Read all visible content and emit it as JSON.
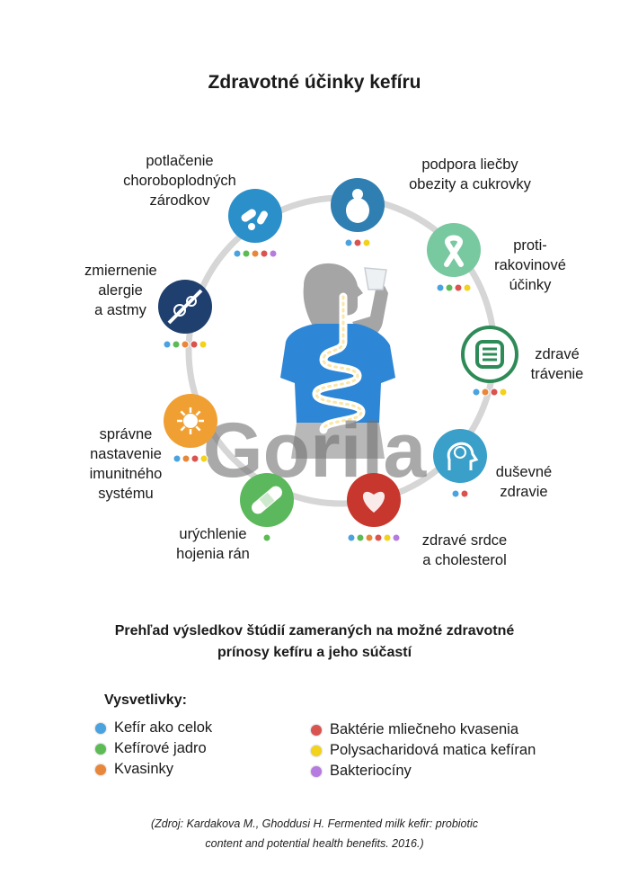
{
  "title": "Zdravotné účinky kefíru",
  "watermark": "Gorila",
  "colors": {
    "blue": "#4aa3df",
    "green": "#5dbb55",
    "orange": "#e8873a",
    "red": "#d9534f",
    "yellow": "#f2d21b",
    "purple": "#b57be0"
  },
  "benefits": [
    {
      "label": "podpora liečby\nobezity a cukrovky",
      "icon": "obesity-icon",
      "color": "#2f7fb2",
      "markers": [
        "blue",
        "red",
        "yellow"
      ]
    },
    {
      "label": "proti-\nrakovinové\núčinky",
      "icon": "ribbon-icon",
      "color": "#78c8a0",
      "markers": [
        "blue",
        "green",
        "red",
        "yellow"
      ]
    },
    {
      "label": "zdravé\ntrávenie",
      "icon": "intestine-icon",
      "color": "#2e8b57",
      "markers": [
        "blue",
        "orange",
        "red",
        "yellow"
      ]
    },
    {
      "label": "duševné\nzdravie",
      "icon": "brain-head-icon",
      "color": "#3aa0c9",
      "markers": [
        "blue",
        "red"
      ]
    },
    {
      "label": "zdravé srdce\na cholesterol",
      "icon": "heart-icon",
      "color": "#c8372d",
      "markers": [
        "blue",
        "green",
        "orange",
        "red",
        "yellow",
        "purple"
      ]
    },
    {
      "label": "urýchlenie\nhojenia rán",
      "icon": "bandage-icon",
      "color": "#5cb85c",
      "markers": [
        "green"
      ]
    },
    {
      "label": "správne\nnastavenie\nimunitného\nsystému",
      "icon": "immune-cell-icon",
      "color": "#f0a033",
      "markers": [
        "blue",
        "orange",
        "red",
        "yellow"
      ]
    },
    {
      "label": "zmiernenie\nalergie\na astmy",
      "icon": "no-allergy-icon",
      "color": "#1f3f6e",
      "markers": [
        "blue",
        "green",
        "orange",
        "red",
        "yellow"
      ]
    },
    {
      "label": "potlačenie\nchoroboplodných\nzárodkov",
      "icon": "bacteria-icon",
      "color": "#2b8fc9",
      "markers": [
        "blue",
        "green",
        "orange",
        "red",
        "purple"
      ]
    }
  ],
  "subtitle": "Prehľad výsledkov štúdií zameraných na možné zdravotné\nprínosy kefíru a jeho súčastí",
  "legend": {
    "title": "Vysvetlivky:",
    "items": [
      {
        "label": "Kefír ako celok",
        "color": "blue"
      },
      {
        "label": "Kefírové jadro",
        "color": "green"
      },
      {
        "label": "Kvasinky",
        "color": "orange"
      },
      {
        "label": "Baktérie mliečneho kvasenia",
        "color": "red"
      },
      {
        "label": "Polysacharidová matica kefíran",
        "color": "yellow"
      },
      {
        "label": "Bakteriocíny",
        "color": "purple"
      }
    ]
  },
  "source": "(Zdroj: Kardakova M., Ghoddusi H. Fermented milk kefir: probiotic\ncontent and potential health benefits. 2016.)"
}
